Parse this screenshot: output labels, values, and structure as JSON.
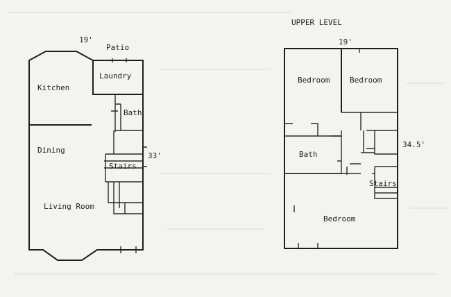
{
  "floor_plan": {
    "lower_level": {
      "width_dim": "19'",
      "depth_dim": "33'",
      "rooms": {
        "patio": "Patio",
        "laundry": "Laundry",
        "kitchen": "Kitchen",
        "bath": "Bath",
        "dining": "Dining",
        "stairs": "Stairs",
        "living_room": "Living Room"
      }
    },
    "upper_level": {
      "title": "UPPER LEVEL",
      "width_dim": "19'",
      "depth_dim": "34.5'",
      "rooms": {
        "bedroom_1": "Bedroom",
        "bedroom_2": "Bedroom",
        "bath": "Bath",
        "stairs": "Stairs",
        "bedroom_3": "Bedroom"
      }
    }
  }
}
